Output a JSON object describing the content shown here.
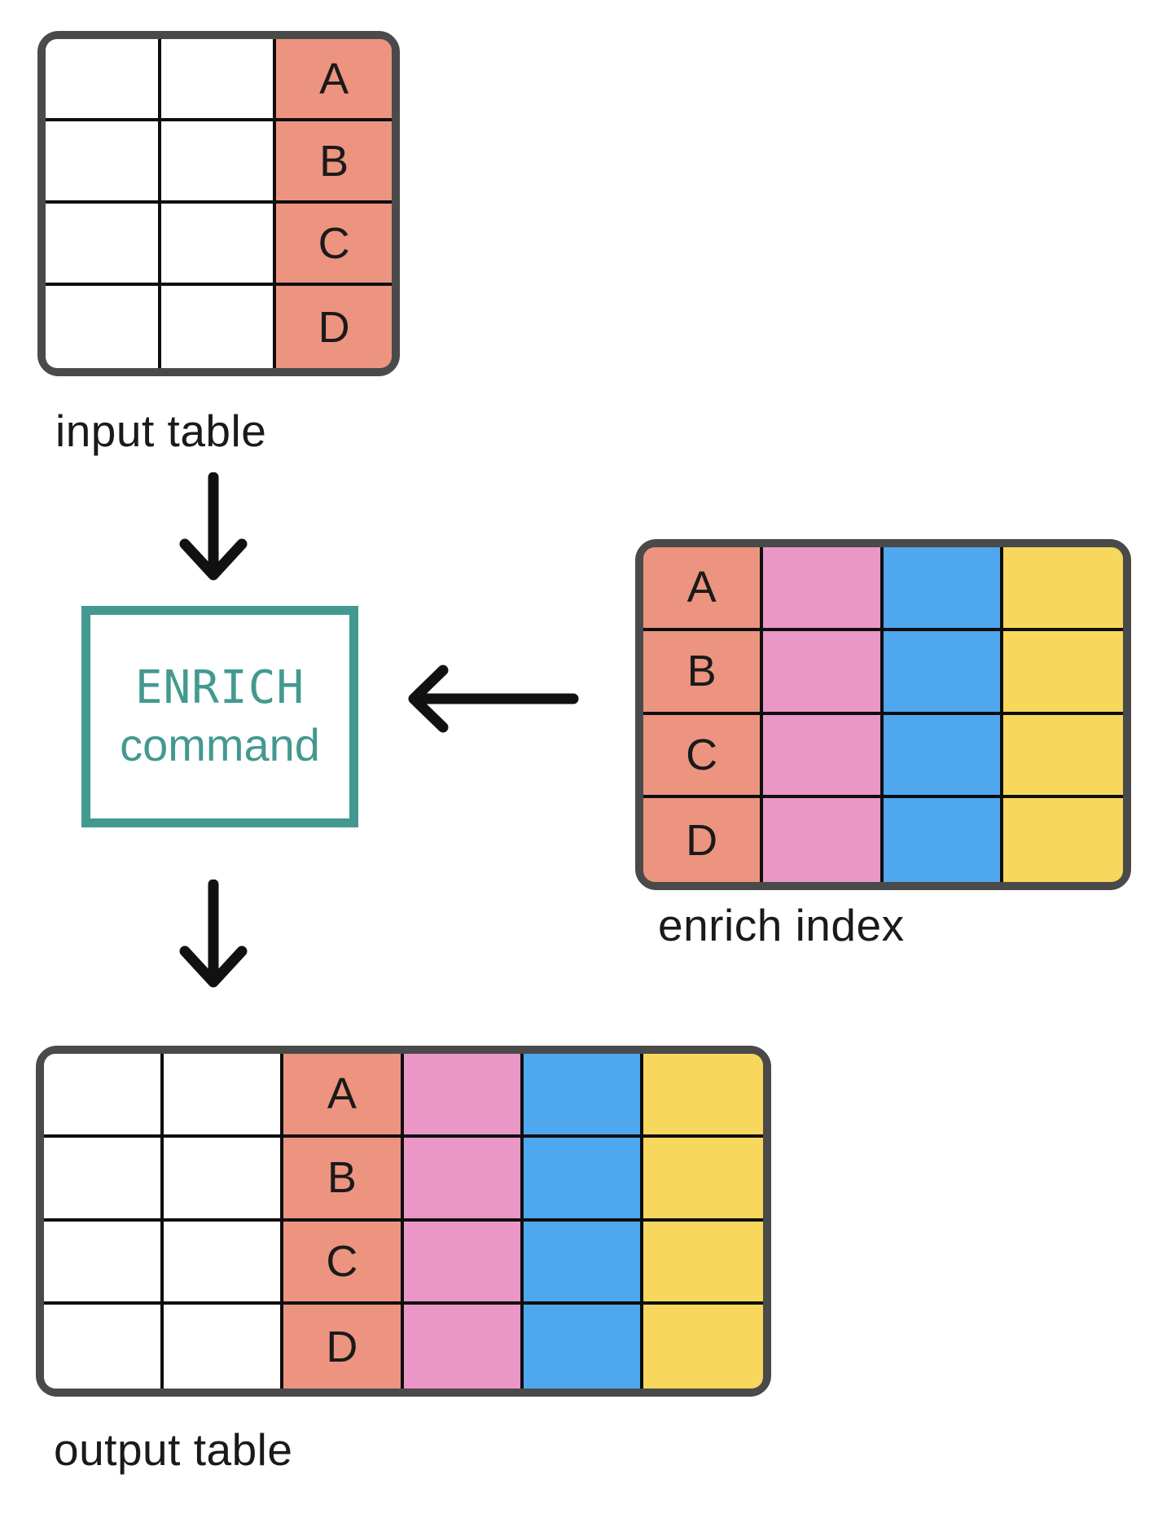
{
  "labels": {
    "input_table": "input table",
    "enrich_index": "enrich index",
    "output_table": "output table"
  },
  "enrich_box": {
    "line1": "ENRICH",
    "line2": "command"
  },
  "tables": {
    "input": {
      "label": "input table",
      "rows": 4,
      "columns": [
        {
          "fill": "white",
          "values": [
            "",
            "",
            "",
            ""
          ]
        },
        {
          "fill": "white",
          "values": [
            "",
            "",
            "",
            ""
          ]
        },
        {
          "fill": "coral",
          "values": [
            "A",
            "B",
            "C",
            "D"
          ]
        }
      ]
    },
    "enrich": {
      "label": "enrich index",
      "rows": 4,
      "columns": [
        {
          "fill": "coral",
          "values": [
            "A",
            "B",
            "C",
            "D"
          ]
        },
        {
          "fill": "pink",
          "values": [
            "",
            "",
            "",
            ""
          ]
        },
        {
          "fill": "blue",
          "values": [
            "",
            "",
            "",
            ""
          ]
        },
        {
          "fill": "yellow",
          "values": [
            "",
            "",
            "",
            ""
          ]
        }
      ]
    },
    "output": {
      "label": "output table",
      "rows": 4,
      "columns": [
        {
          "fill": "white",
          "values": [
            "",
            "",
            "",
            ""
          ]
        },
        {
          "fill": "white",
          "values": [
            "",
            "",
            "",
            ""
          ]
        },
        {
          "fill": "coral",
          "values": [
            "A",
            "B",
            "C",
            "D"
          ]
        },
        {
          "fill": "pink",
          "values": [
            "",
            "",
            "",
            ""
          ]
        },
        {
          "fill": "blue",
          "values": [
            "",
            "",
            "",
            ""
          ]
        },
        {
          "fill": "yellow",
          "values": [
            "",
            "",
            "",
            ""
          ]
        }
      ]
    }
  },
  "icons": {
    "arrow_input_to_enrich": "down-arrow",
    "arrow_index_to_enrich": "left-arrow",
    "arrow_enrich_to_output": "down-arrow"
  },
  "colors": {
    "coral": "#EC9480",
    "pink": "#EA97C8",
    "blue": "#4FA7ED",
    "yellow": "#F7D85C",
    "teal": "#43998F",
    "frame": "#4A4A4A",
    "grid": "#0E0E0E",
    "white": "#FFFFFF"
  }
}
